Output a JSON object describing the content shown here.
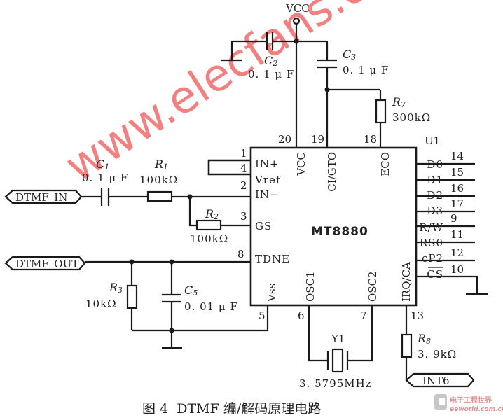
{
  "figure": {
    "caption": "图 4  DTMF 编/解码原理电路",
    "watermark": "www.elecfans.com",
    "corner_logo": {
      "cn": "电子工程世界",
      "en": "eeworld.com.cn"
    }
  },
  "power": {
    "vcc_label": "VCC"
  },
  "chip": {
    "ref": "U1",
    "name": "MT8880",
    "left_pins": [
      {
        "num": "1",
        "name": "IN+"
      },
      {
        "num": "4",
        "name": "Vref"
      },
      {
        "num": "2",
        "name": "IN−"
      },
      {
        "num": "3",
        "name": "GS"
      },
      {
        "num": "8",
        "name": "TDNE"
      }
    ],
    "top_pins": [
      {
        "num": "20",
        "name": "VCC"
      },
      {
        "num": "19",
        "name": "CI/GTO"
      },
      {
        "num": "18",
        "name": "ECO"
      }
    ],
    "bottom_pins": [
      {
        "num": "5",
        "name": "Vss"
      },
      {
        "num": "6",
        "name": "OSC1"
      },
      {
        "num": "7",
        "name": "OSC2"
      },
      {
        "num": "13",
        "name": "IRQ/CA"
      }
    ],
    "right_pins": [
      {
        "num": "14",
        "name": "D0"
      },
      {
        "num": "15",
        "name": "D1"
      },
      {
        "num": "16",
        "name": "D2"
      },
      {
        "num": "17",
        "name": "D3"
      },
      {
        "num": "9",
        "name": "R/W"
      },
      {
        "num": "11",
        "name": "RS0"
      },
      {
        "num": "12",
        "name": "cP2"
      },
      {
        "num": "10",
        "name": "CS"
      }
    ]
  },
  "components": {
    "C1": {
      "letter": "C",
      "sub": "1",
      "value": "0. 1 μ F"
    },
    "C2": {
      "letter": "C",
      "sub": "2",
      "value": "0. 1 μ F"
    },
    "C3": {
      "letter": "C",
      "sub": "3",
      "value": "0. 1 μ F"
    },
    "C5": {
      "letter": "C",
      "sub": "5",
      "value": "0. 01 μ F"
    },
    "R1": {
      "letter": "R",
      "sub": "1",
      "value": "100kΩ"
    },
    "R2": {
      "letter": "R",
      "sub": "2",
      "value": "100kΩ"
    },
    "R3": {
      "letter": "R",
      "sub": "3",
      "value": "10kΩ"
    },
    "R7": {
      "letter": "R",
      "sub": "7",
      "value": "300kΩ"
    },
    "R8": {
      "letter": "R",
      "sub": "8",
      "value": "3. 9kΩ"
    },
    "Y1": {
      "ref": "Y1",
      "value": "3. 5795MHz"
    }
  },
  "ports": {
    "dtmf_in": "DTMF_IN",
    "dtmf_out": "DTMF_OUT",
    "int6": "INT6"
  }
}
